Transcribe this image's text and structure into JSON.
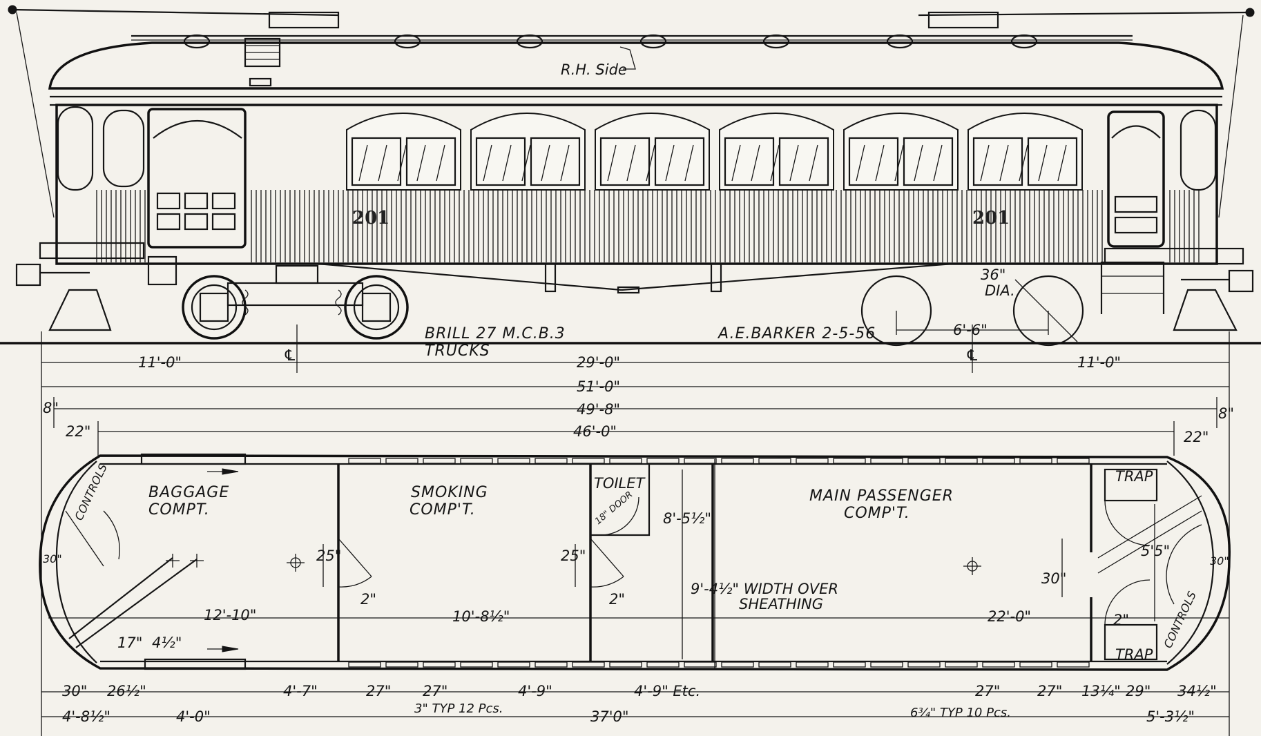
{
  "elevation": {
    "rh_side_label": "R.H. Side",
    "car_number": "201",
    "trucks_label_1": "BRILL 27 M.C.B.3",
    "trucks_label_2": "TRUCKS",
    "draftsman": "A.E.BARKER 2-5-56",
    "wheel_dia": "36\"",
    "wheel_dia_unit": "DIA.",
    "wheelbase": "6'-6\"",
    "centerline_symbol": "℄"
  },
  "dimensions": {
    "end_to_truck_left": "11'-0\"",
    "truck_centers": "29'-0\"",
    "end_to_truck_right": "11'-0\"",
    "overall_length": "51'-0\"",
    "over_body": "49'-8\"",
    "platform_left": "8\"",
    "platform_right": "8\"",
    "inside_length": "46'-0\"",
    "end_left": "22\"",
    "end_right": "22\"",
    "baggage_length": "12'-10\"",
    "smoking_length": "10'-8½\"",
    "main_length": "22'-0\"",
    "partition_1": "2\"",
    "partition_2": "2\"",
    "door_1": "25\"",
    "door_2": "25\"",
    "end_width_left": "30\"",
    "end_width_right": "30\"",
    "trap_door": "30\"",
    "vestibule_width": "5'5\"",
    "vestibule_gap": "2\"",
    "toilet_door": "18\" DOOR",
    "toilet_width": "8'-5½\"",
    "width_over_sheathing_1": "9'-4½\" WIDTH OVER",
    "width_over_sheathing_2": "SHEATHING",
    "door_post": "17\"",
    "door_post_2": "4½\"",
    "b_30": "30\"",
    "b_26": "26½\"",
    "b_4_7": "4'-7\"",
    "b_27a": "27\"",
    "b_27b": "27\"",
    "b_4_9a": "4'-9\"",
    "b_4_9b": "4'-9\" Etc.",
    "b_27c": "27\"",
    "b_27d": "27\"",
    "b_13": "13¼\"",
    "b_29": "29\"",
    "b_34": "34½\"",
    "b_4_8": "4'-8½\"",
    "b_4_0": "4'-0\"",
    "b_37": "37'0\"",
    "b_5_3": "5'-3½\"",
    "pier_note_left": "3\" TYP 12 Pcs.",
    "pier_note_right": "6¾\" TYP 10 Pcs."
  },
  "plan": {
    "baggage_1": "BAGGAGE",
    "baggage_2": "COMPT.",
    "smoking_1": "SMOKING",
    "smoking_2": "COMP'T.",
    "toilet": "TOILET",
    "main_1": "MAIN PASSENGER",
    "main_2": "COMP'T.",
    "controls_left": "CONTROLS",
    "controls_right": "CONTROLS",
    "trap_top": "TRAP",
    "trap_bottom": "TRAP"
  }
}
